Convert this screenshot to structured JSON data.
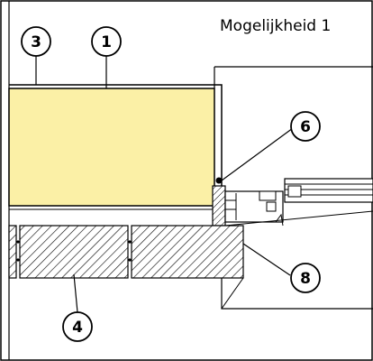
{
  "title": "Mogelijkheid 1",
  "callouts": [
    {
      "id": "3",
      "label": "3"
    },
    {
      "id": "1",
      "label": "1"
    },
    {
      "id": "6",
      "label": "6"
    },
    {
      "id": "8",
      "label": "8"
    },
    {
      "id": "4",
      "label": "4"
    }
  ],
  "colors": {
    "insulation": "#fbf0a6",
    "line": "#000000",
    "masonry_bg": "#ffffff",
    "background": "#ffffff"
  }
}
